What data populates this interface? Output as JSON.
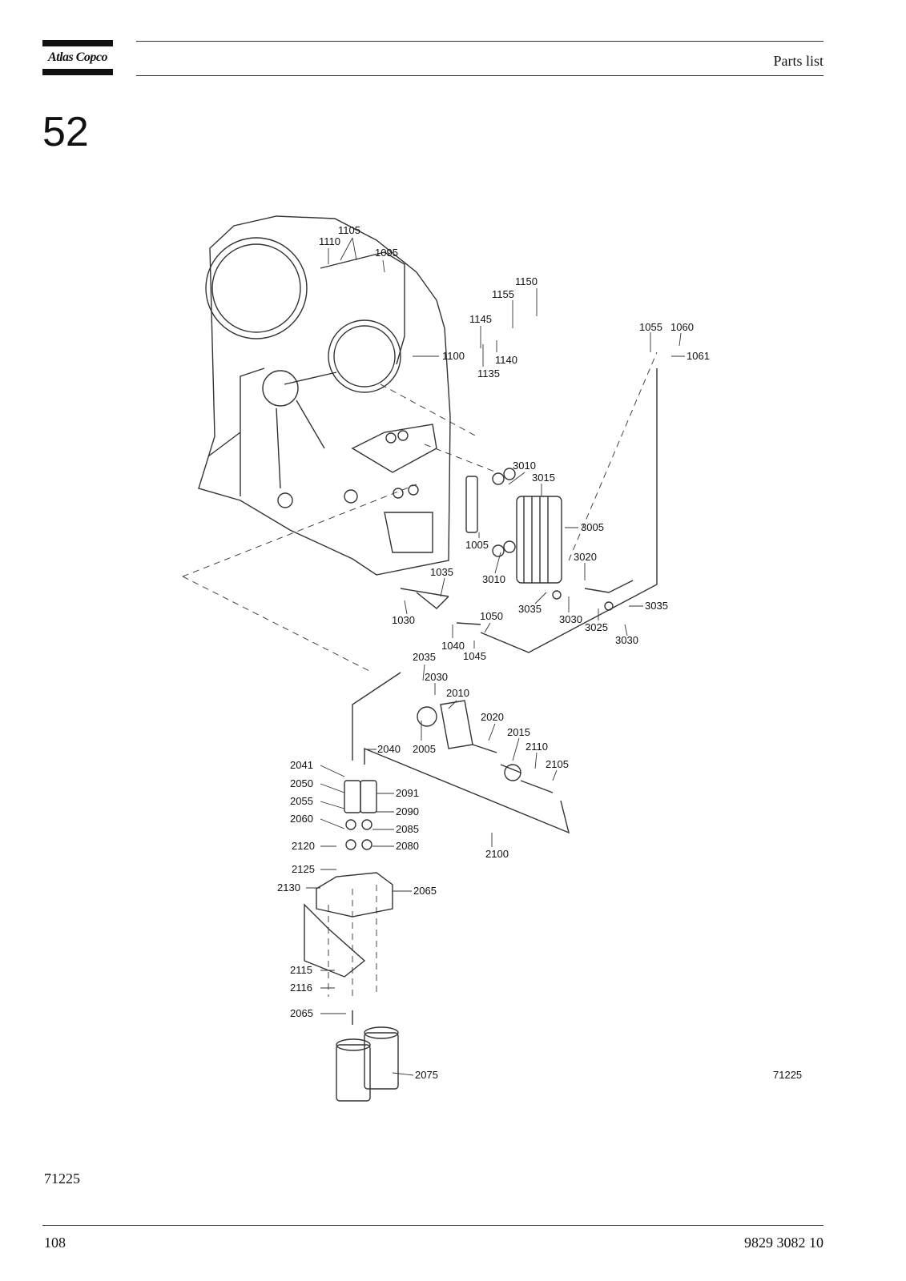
{
  "header": {
    "brand": "Atlas Copco",
    "title": "Parts list"
  },
  "section_number": "52",
  "figure": {
    "id_label": "71225",
    "callouts": [
      "1105",
      "1110",
      "1095",
      "1150",
      "1155",
      "1145",
      "1100",
      "1140",
      "1135",
      "1055",
      "1060",
      "1061",
      "3010",
      "3015",
      "3005",
      "1005",
      "3020",
      "3010",
      "1035",
      "3035",
      "3030",
      "3035",
      "3025",
      "3030",
      "1030",
      "1050",
      "1040",
      "1045",
      "2035",
      "2030",
      "2010",
      "2020",
      "2015",
      "2110",
      "2105",
      "2005",
      "2040",
      "2041",
      "2050",
      "2091",
      "2055",
      "2090",
      "2060",
      "2085",
      "2120",
      "2080",
      "2100",
      "2125",
      "2130",
      "2065",
      "2115",
      "2116",
      "2065",
      "2075"
    ]
  },
  "footer": {
    "figure_ref": "71225",
    "page_number": "108",
    "doc_number": "9829 3082 10"
  }
}
